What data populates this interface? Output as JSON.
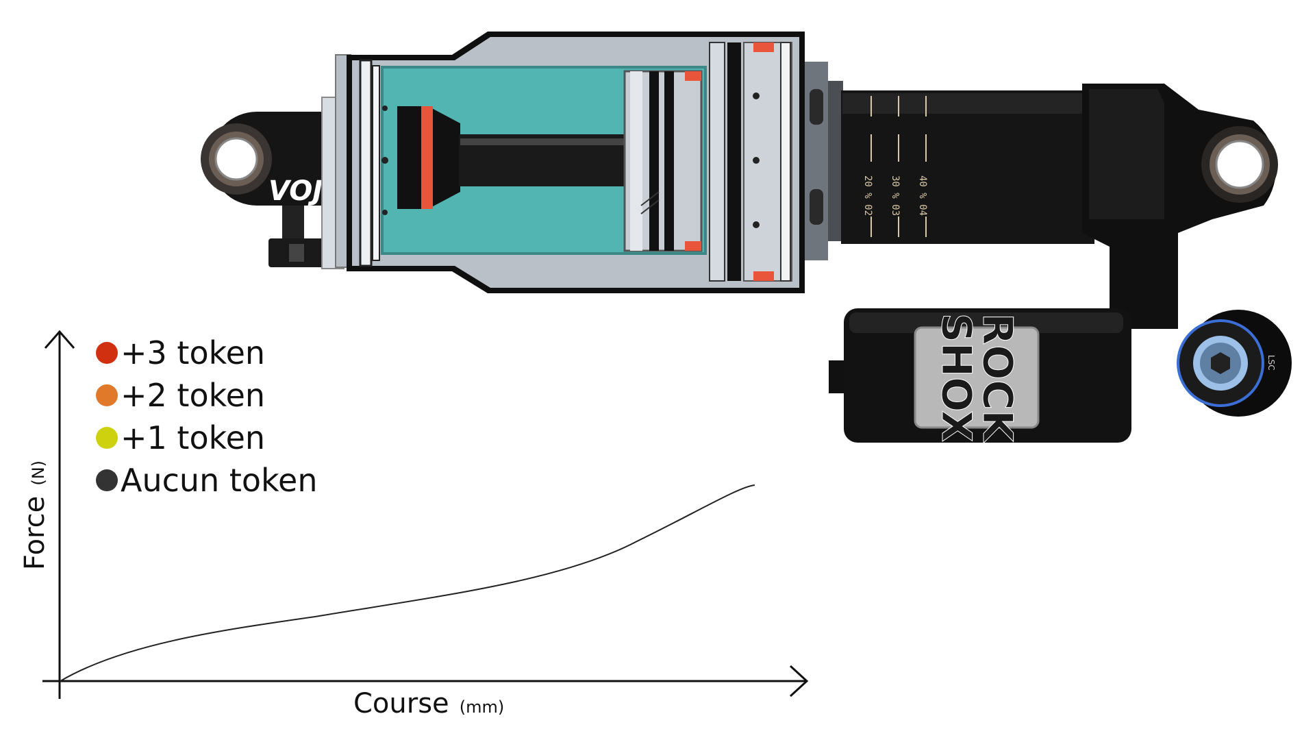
{
  "logos": {
    "vojo": "VOJO",
    "rockshox_line1": "ROCK",
    "rockshox_line2": "SHOX",
    "lsc": "LSC"
  },
  "sag_marks": [
    "20 % 02",
    "30 % 03",
    "40 % 04"
  ],
  "legend": [
    {
      "label": "+3 token",
      "color": "#d0300f"
    },
    {
      "label": "+2 token",
      "color": "#e07a2a"
    },
    {
      "label": "+1 token",
      "color": "#cdd10e"
    },
    {
      "label": "Aucun token",
      "color": "#333333"
    }
  ],
  "axes": {
    "y_label": "Force",
    "y_unit": "(N)",
    "x_label": "Course",
    "x_unit": "(mm)"
  },
  "colors": {
    "air_chamber": "#52b5b2",
    "token_red": "#e8553a",
    "body_black": "#151515"
  }
}
